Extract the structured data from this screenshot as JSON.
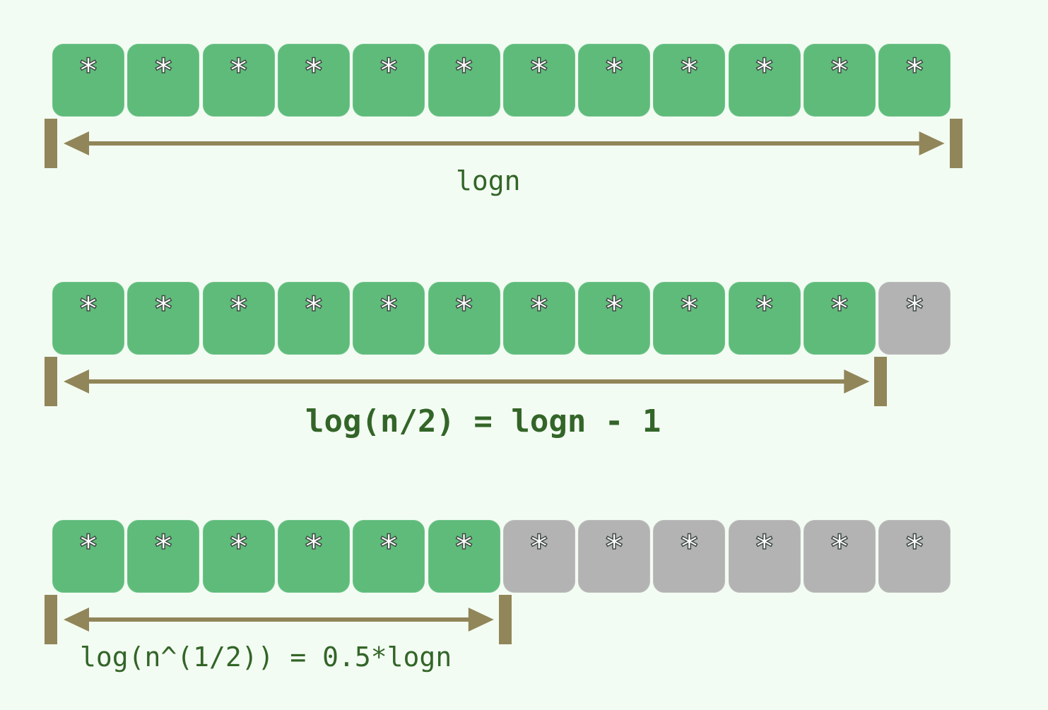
{
  "diagram": {
    "colors": {
      "background": "#f3fcf3",
      "active_cell": "#5fbb7a",
      "inactive_cell": "#b3b3b3",
      "bracket": "#918659",
      "label_text": "#336528"
    },
    "rows": [
      {
        "cell_symbol": "*",
        "total_cells": 12,
        "active_cells": 12,
        "span_cells": 12,
        "label": "logn",
        "label_bold": false
      },
      {
        "cell_symbol": "*",
        "total_cells": 12,
        "active_cells": 11,
        "span_cells": 11,
        "label": "log(n/2) = logn - 1",
        "label_bold": true
      },
      {
        "cell_symbol": "*",
        "total_cells": 12,
        "active_cells": 6,
        "span_cells": 6,
        "label": "log(n^(1/2)) = 0.5*logn",
        "label_bold": false
      }
    ]
  }
}
